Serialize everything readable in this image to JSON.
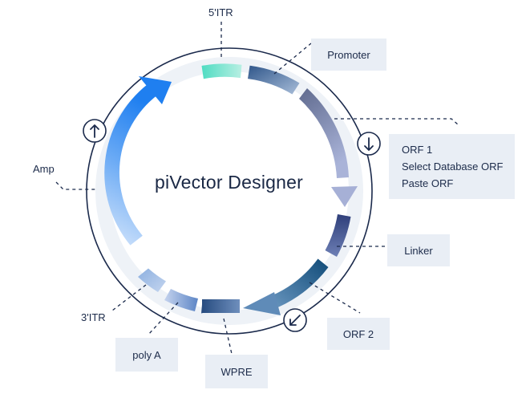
{
  "title": "piVector Designer",
  "colors": {
    "ring": "#1b2a4c",
    "itr": "#5ee0c8",
    "amp": "#2f8cf0",
    "dark_navy": "#2b4a7c",
    "label_bg": "#e9eef5"
  },
  "labels": {
    "itr5": "5'ITR",
    "promoter": "Promoter",
    "orf1": [
      "ORF 1",
      "Select Database ORF",
      "Paste ORF"
    ],
    "linker": "Linker",
    "orf2": "ORF 2",
    "wpre": "WPRE",
    "polya": "poly A",
    "itr3": "3'ITR",
    "amp": "Amp"
  },
  "icons": [
    "up-arrow-circle-icon",
    "down-arrow-circle-icon",
    "down-left-arrow-circle-icon"
  ]
}
